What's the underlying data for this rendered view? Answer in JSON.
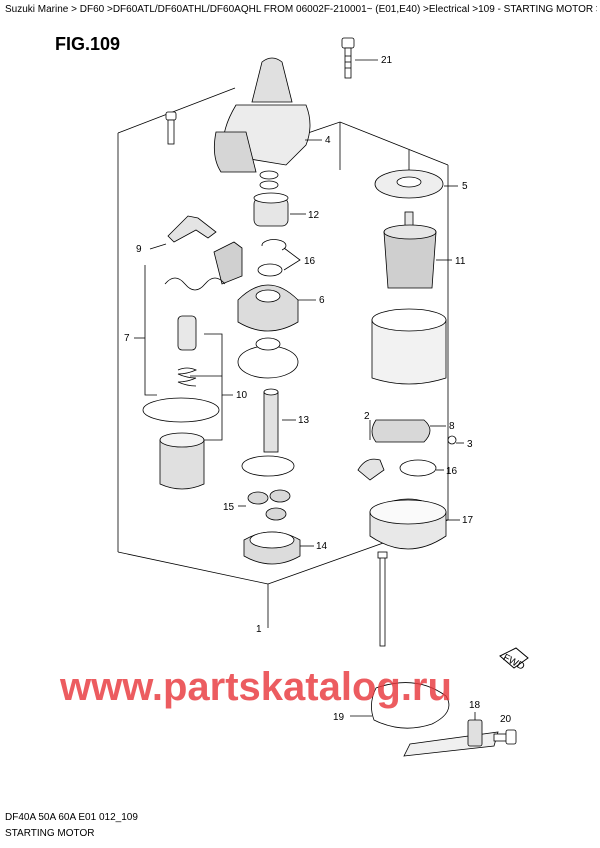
{
  "breadcrumb": "Suzuki Marine > DF60 >DF60ATL/DF60ATHL/DF60AQHL FROM 06002F-210001~ (E01,E40) >Electrical >109 - STARTING MOTOR >",
  "figure": {
    "title": "FIG.109"
  },
  "callouts": {
    "c1": "1",
    "c2": "2",
    "c3": "3",
    "c4": "4",
    "c5": "5",
    "c6": "6",
    "c7": "7",
    "c8": "8",
    "c9": "9",
    "c10": "10",
    "c11": "11",
    "c12": "12",
    "c13": "13",
    "c14": "14",
    "c15": "15",
    "c16a": "16",
    "c16b": "16",
    "c17": "17",
    "c18": "18",
    "c19": "19",
    "c20": "20",
    "c21": "21"
  },
  "fwd_label": "FWD",
  "watermark": "www.partskatalog.ru",
  "caption": {
    "code": "DF40A 50A 60A E01 012_109",
    "name": "STARTING MOTOR"
  },
  "colors": {
    "line": "#000000",
    "part_fill": "#ffffff",
    "shade": "#c8c8c8",
    "watermark": "#e8383d"
  }
}
